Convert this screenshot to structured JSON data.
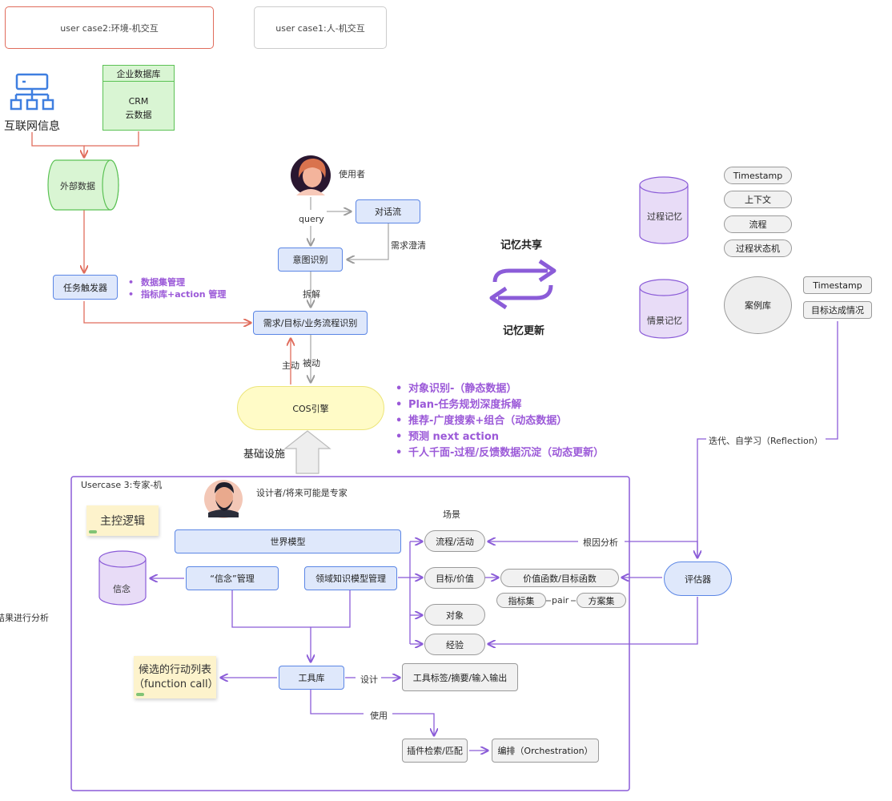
{
  "user_cases": {
    "case2": "user case2:环境-机交互",
    "case1": "user case1:人-机交互",
    "case3": "Usercase 3:专家-机"
  },
  "sources": {
    "internet": "互联网信息",
    "enterprise_db_title": "企业数据库",
    "enterprise_db_line1": "CRM",
    "enterprise_db_line2": "云数据",
    "external_data": "外部数据"
  },
  "task_trigger": {
    "label": "任务触发器",
    "notes": [
      "数据集管理",
      "指标库+action 管理"
    ]
  },
  "user_flow": {
    "user_label": "使用者",
    "query": "query",
    "dialogue": "对话流",
    "clarify": "需求澄清",
    "intent": "意图识别",
    "decompose": "拆解",
    "requirement": "需求/目标/业务流程识别",
    "active": "主动",
    "passive": "被动",
    "engine": "COS引擎",
    "infra": "基础设施"
  },
  "engine_capabilities": [
    "对象识别-（静态数据）",
    "Plan-任务规划深度拆解",
    "推荐-广度搜索+组合（动态数据）",
    "预测 next action",
    "千人千面-过程/反馈数据沉淀（动态更新）"
  ],
  "memory": {
    "share": "记忆共享",
    "update": "记忆更新",
    "process_memory": "过程记忆",
    "process_items": [
      "Timestamp",
      "上下文",
      "流程",
      "过程状态机"
    ],
    "episodic_memory": "情景记忆",
    "case_lib": "案例库",
    "case_items": [
      "Timestamp",
      "目标达成情况"
    ],
    "reflection": "迭代、自学习（Reflection）"
  },
  "expert": {
    "designer": "设计者/将来可能是专家",
    "main_logic": "主控逻辑",
    "world_model": "世界模型",
    "belief_mgmt": "“信念”管理",
    "belief": "信念",
    "domain_knowledge": "领域知识模型管理",
    "scene": "场景",
    "scenes": [
      "流程/活动",
      "目标/价值",
      "对象",
      "经验"
    ],
    "value_fn": "价值函数/目标函数",
    "metric_set": "指标集",
    "pair": "pair",
    "plan_set": "方案集",
    "evaluator": "评估器",
    "root_cause": "根因分析",
    "toolbox": "工具库",
    "candidate_line1": "候选的行动列表",
    "candidate_line2": "（function call）",
    "design": "设计",
    "tool_tags": "工具标签/摘要/输入输出",
    "use": "使用",
    "plugin": "插件检索/匹配",
    "orchestration": "编排（Orchestration）"
  },
  "left_cut_text": "结果进行分析",
  "colors": {
    "blue_border": "#5b86e5",
    "blue_fill": "#dfe8fb",
    "green_fill": "#d9f5d3",
    "green_border": "#5cc255",
    "red": "#e06c5c",
    "purple": "#8b5cd8",
    "purple_text": "#9b59d8",
    "yellow_fill": "#fffbc7",
    "memory_fill": "#e8dcf7"
  }
}
